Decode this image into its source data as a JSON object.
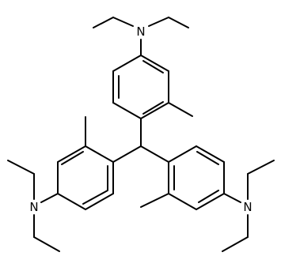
{
  "atom_labels": {
    "n_top": "N",
    "n_left": "N",
    "n_right": "N"
  },
  "colors": {
    "bond": "#000000",
    "label": "#000000",
    "background": "#ffffff"
  }
}
